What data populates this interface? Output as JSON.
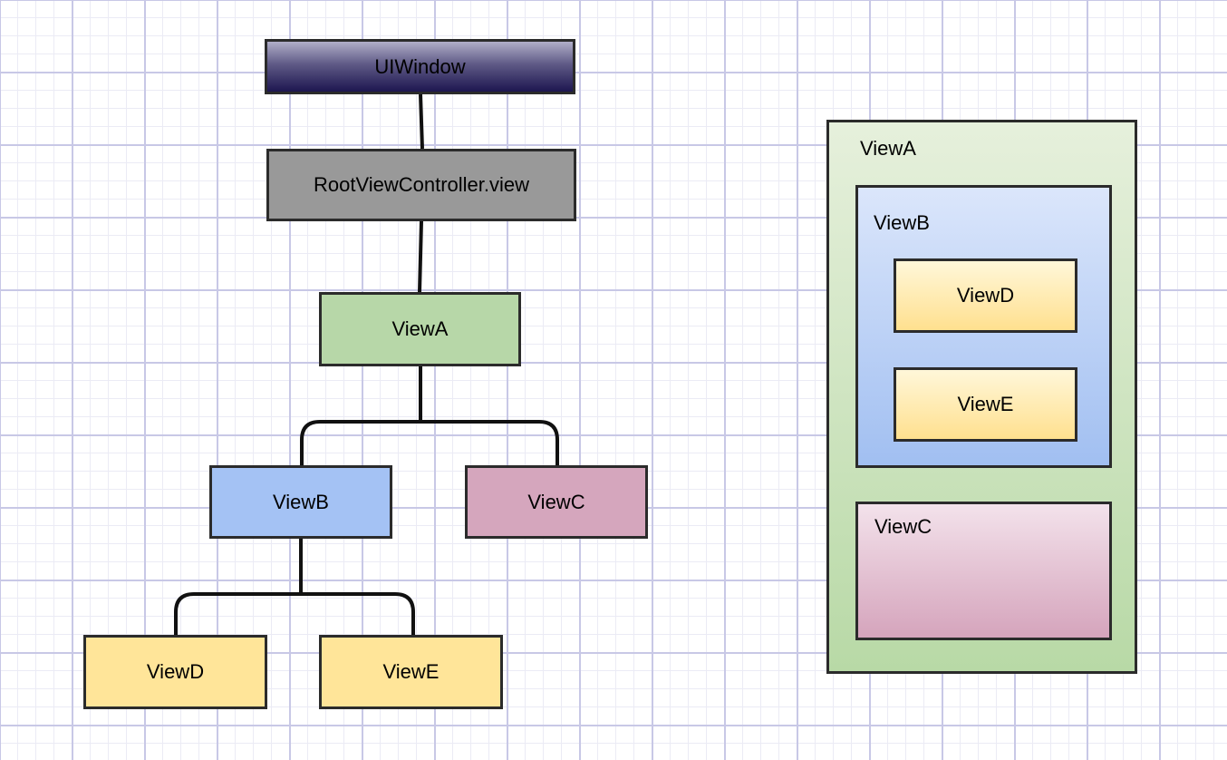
{
  "tree": {
    "uiwindow": "UIWindow",
    "root_view": "RootViewController.view",
    "view_a": "ViewA",
    "view_b": "ViewB",
    "view_c": "ViewC",
    "view_d": "ViewD",
    "view_e": "ViewE"
  },
  "nested": {
    "view_a": "ViewA",
    "view_b": "ViewB",
    "view_c": "ViewC",
    "view_d": "ViewD",
    "view_e": "ViewE"
  },
  "colors": {
    "uiwindow": "#1d1650",
    "root_view": "#999999",
    "view_a": "#b7d7a8",
    "view_b": "#a4c2f4",
    "view_c": "#d5a6bd",
    "view_d": "#ffe599",
    "view_e": "#ffe599",
    "border": "#2b2b2b"
  }
}
